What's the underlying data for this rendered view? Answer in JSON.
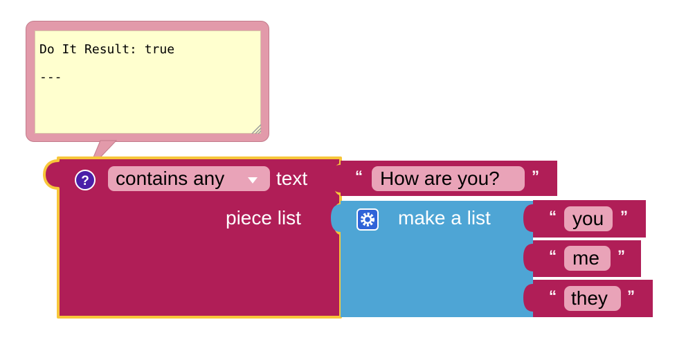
{
  "result_bubble": {
    "line1": "Do It Result: true",
    "line2": "---"
  },
  "contains_block": {
    "help_icon": "?",
    "mode_dropdown": "contains any",
    "text_label": "text",
    "piece_label": "piece list",
    "color": "#b01e57",
    "selected_outline": "#f7c63a"
  },
  "text_block": {
    "open_quote": "“",
    "value": "How are you?",
    "close_quote": "”"
  },
  "list_block": {
    "label": "make a list",
    "color": "#4ea5d5",
    "gear_icon": "gear-icon"
  },
  "list_items": [
    {
      "open_quote": "“",
      "value": "you",
      "close_quote": "”"
    },
    {
      "open_quote": "“",
      "value": "me",
      "close_quote": "”"
    },
    {
      "open_quote": "“",
      "value": "they",
      "close_quote": "”"
    }
  ]
}
